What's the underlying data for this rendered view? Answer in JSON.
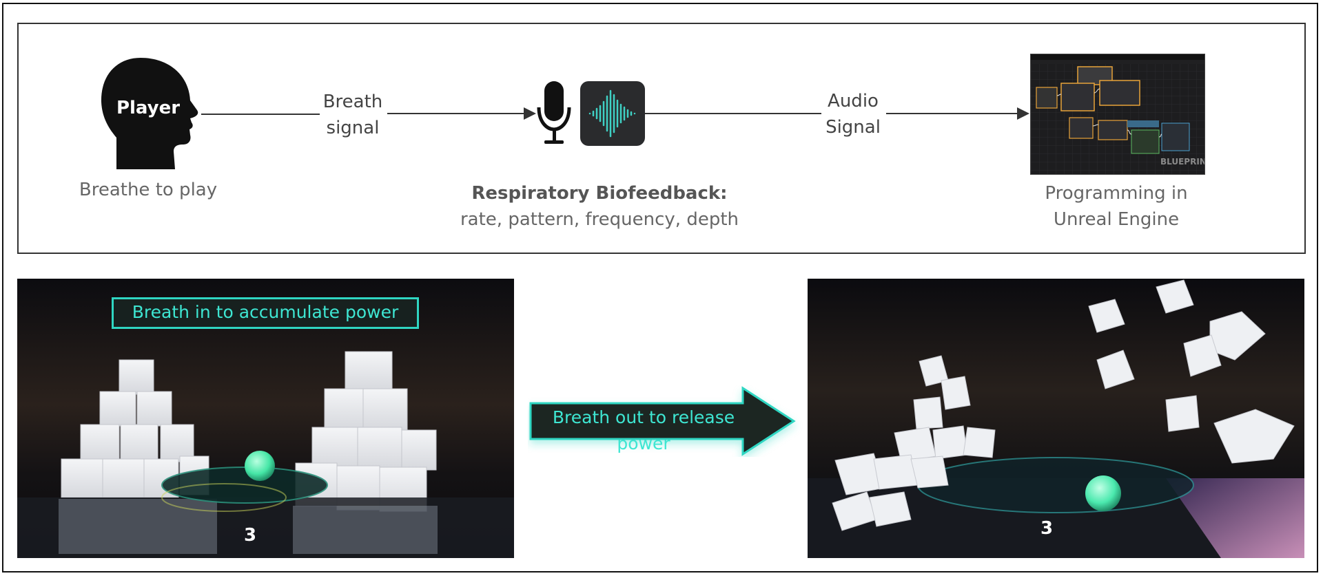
{
  "player": {
    "head_label": "Player",
    "caption": "Breathe to play"
  },
  "breath_signal": {
    "line1": "Breath",
    "line2": "signal"
  },
  "biofeedback": {
    "title": "Respiratory Biofeedback:",
    "subtitle": "rate, pattern, frequency, depth"
  },
  "audio_signal": {
    "line1": "Audio",
    "line2": "Signal"
  },
  "engine": {
    "line1": "Programming in",
    "line2": "Unreal Engine",
    "screenshot_watermark": "BLUEPRINT"
  },
  "scene_left": {
    "caption": "Breath in to accumulate power",
    "counter": "3"
  },
  "transition_arrow": {
    "label": "Breath out to release power"
  },
  "scene_right": {
    "counter": "3"
  },
  "colors": {
    "accent": "#2fd6c2",
    "line": "#333333"
  }
}
